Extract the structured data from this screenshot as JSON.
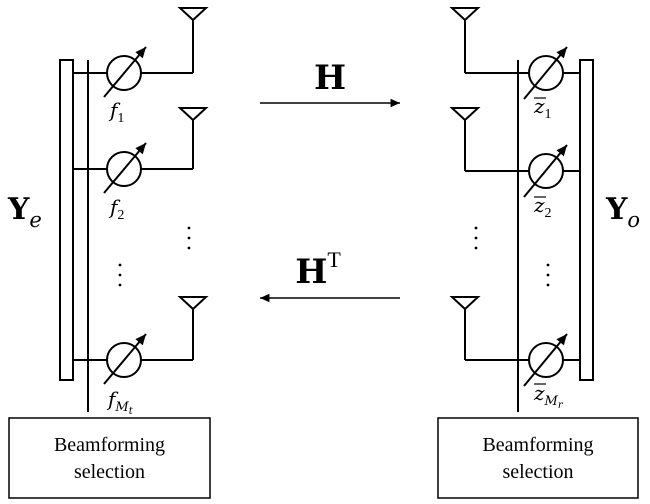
{
  "left_block": {
    "matrix_symbol": "Y",
    "matrix_subscript": "e",
    "phase_labels": [
      {
        "base": "f",
        "sub": "1",
        "subsub": ""
      },
      {
        "base": "f",
        "sub": "2",
        "subsub": ""
      },
      {
        "base": "f",
        "sub": "M",
        "subsub": "t"
      }
    ],
    "selection_box": {
      "line1": "Beamforming",
      "line2": "selection"
    }
  },
  "right_block": {
    "matrix_symbol": "Y",
    "matrix_subscript": "o",
    "phase_labels": [
      {
        "base": "z",
        "sub": "1",
        "subsub": ""
      },
      {
        "base": "z",
        "sub": "2",
        "subsub": ""
      },
      {
        "base": "z",
        "sub": "M",
        "subsub": "r"
      }
    ],
    "selection_box": {
      "line1": "Beamforming",
      "line2": "selection"
    }
  },
  "channels": {
    "forward": {
      "symbol": "H",
      "superscript": ""
    },
    "reverse": {
      "symbol": "H",
      "superscript": "T"
    }
  },
  "colors": {
    "stroke": "#000000",
    "background": "#ffffff"
  }
}
